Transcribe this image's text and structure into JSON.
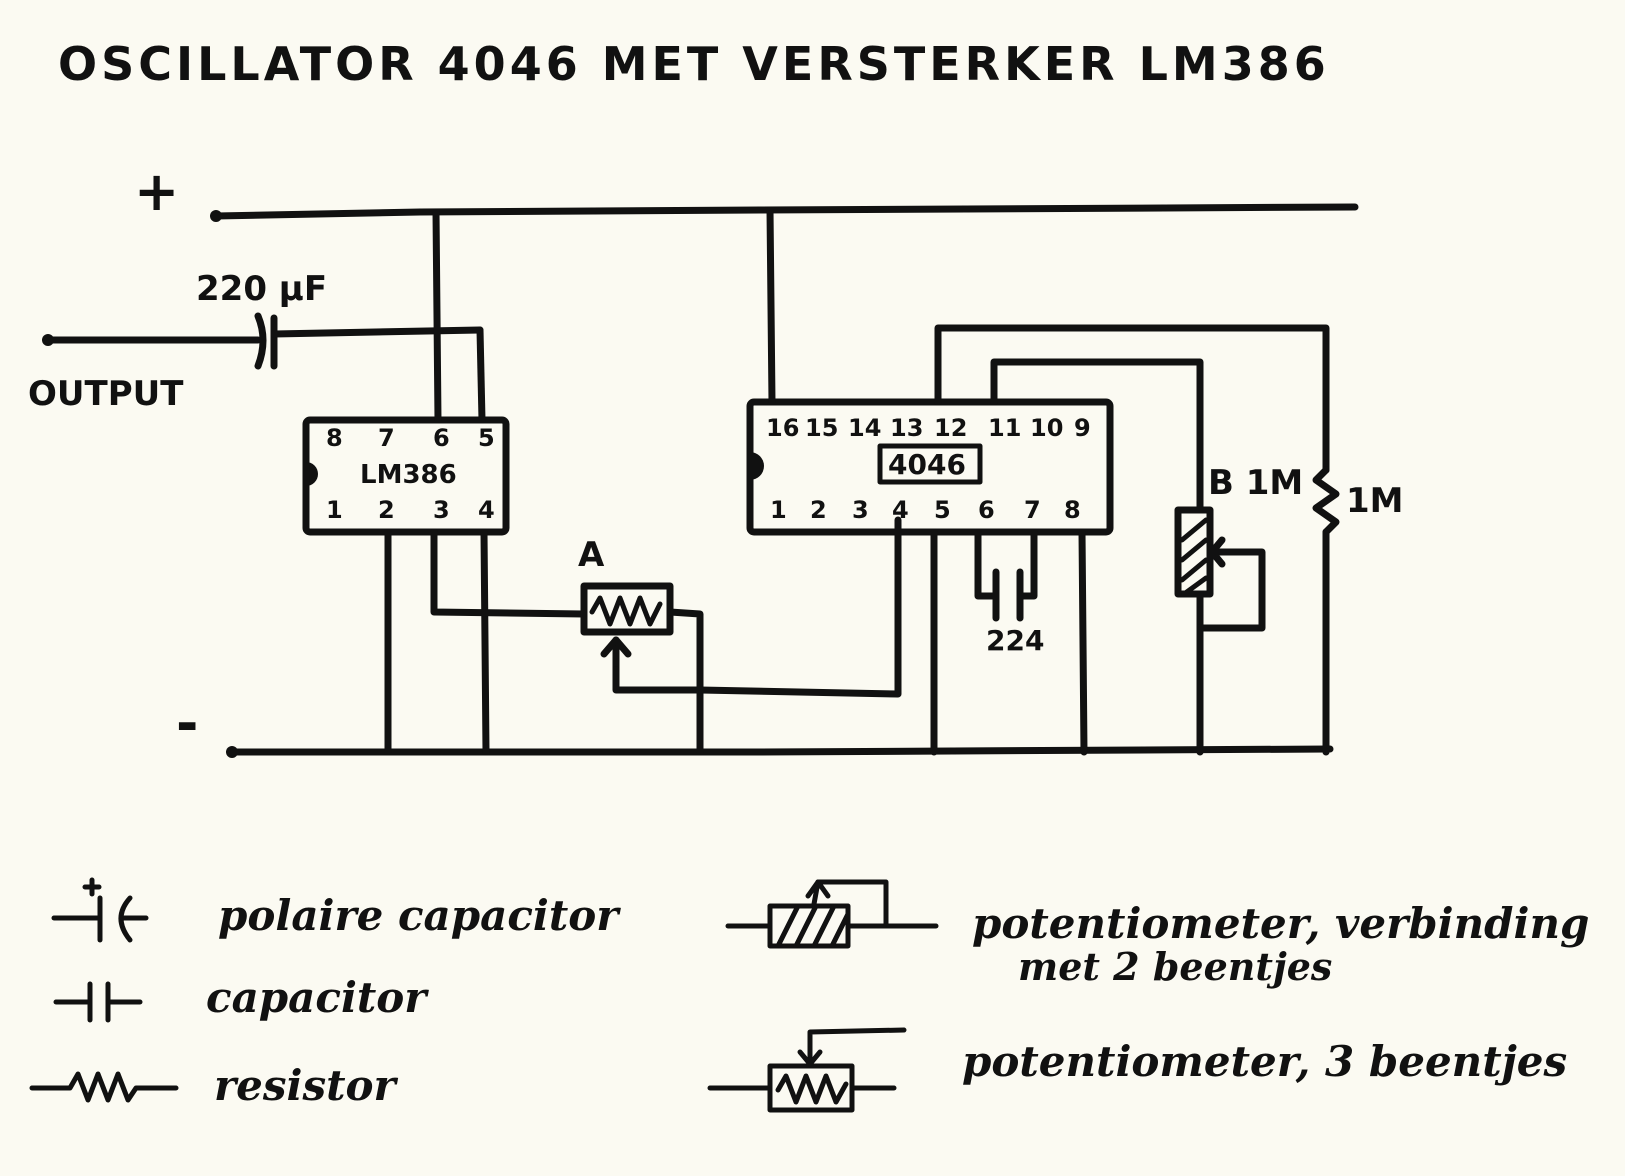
{
  "title": "OSCILLATOR 4046 MET VERSTERKER LM386",
  "labels": {
    "plus": "+",
    "minus": "-",
    "cap_220": "220 µF",
    "output": "OUTPUT",
    "lm386": "LM386",
    "ic4046": "4046",
    "pot_a": "A",
    "pot_b": "B 1M",
    "res_1m": "1M",
    "cap_224": "224"
  },
  "lm386_pins": {
    "top": [
      "8",
      "7",
      "6",
      "5"
    ],
    "bottom": [
      "1",
      "2",
      "3",
      "4"
    ]
  },
  "ic4046_pins": {
    "top": [
      "16",
      "15",
      "14",
      "13",
      "12",
      "11",
      "10",
      "9"
    ],
    "bottom": [
      "1",
      "2",
      "3",
      "4",
      "5",
      "6",
      "7",
      "8"
    ]
  },
  "legend": {
    "polar_capacitor": "polaire capacitor",
    "capacitor": "capacitor",
    "resistor": "resistor",
    "pot_2_line1": "potentiometer, verbinding",
    "pot_2_line2": "met 2 beentjes",
    "pot_3": "potentiometer, 3 beentjes"
  }
}
